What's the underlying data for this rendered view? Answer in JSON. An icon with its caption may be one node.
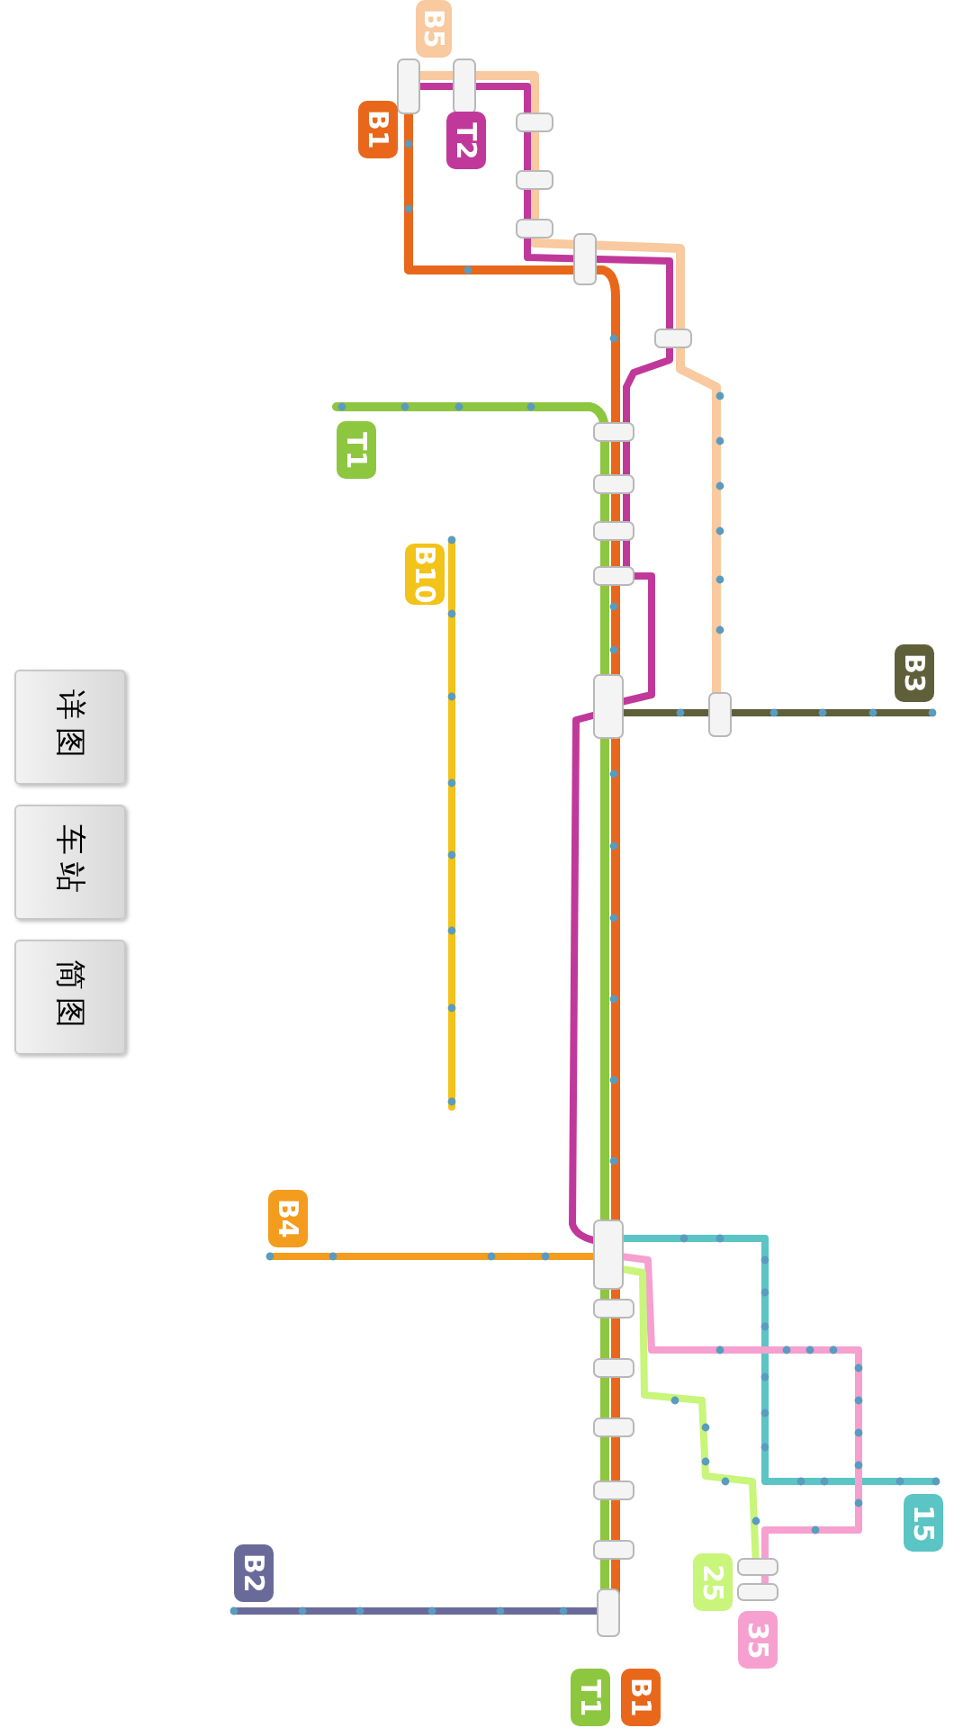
{
  "diagram": {
    "nodes": [
      {
        "text": [
          "B5"
        ]
      },
      {
        "text": [
          "B1"
        ]
      },
      {
        "text": [
          "T2"
        ]
      },
      {
        "text": [
          "T1"
        ]
      },
      {
        "text": [
          "B10"
        ]
      },
      {
        "text": [
          "B3"
        ]
      },
      {
        "text": [
          "详图"
        ]
      },
      {
        "text": [
          "车站"
        ]
      },
      {
        "text": [
          "简图"
        ]
      },
      {
        "text": [
          "B4"
        ]
      },
      {
        "text": [
          "15"
        ]
      },
      {
        "text": [
          "25"
        ]
      },
      {
        "text": [
          "B2"
        ]
      },
      {
        "text": [
          "35"
        ]
      },
      {
        "text": [
          "T1"
        ]
      },
      {
        "text": [
          "B1"
        ]
      }
    ]
  }
}
